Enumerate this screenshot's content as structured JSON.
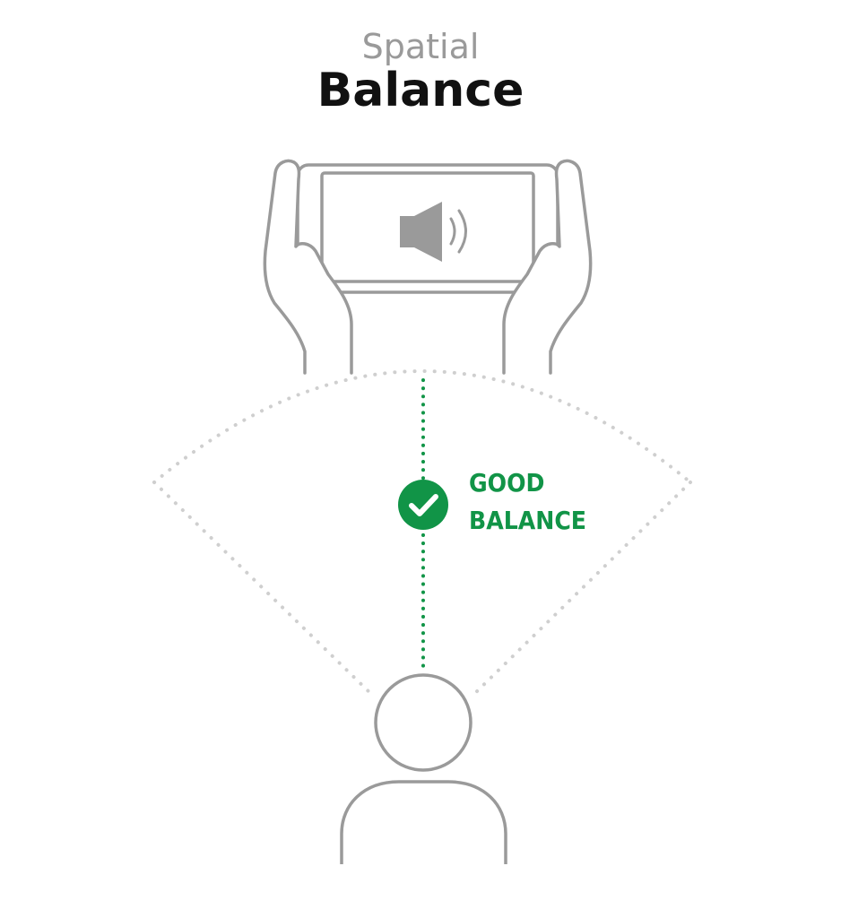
{
  "header": {
    "subtitle": "Spatial",
    "title": "Balance"
  },
  "status": {
    "line1": "GOOD",
    "line2": "BALANCE"
  },
  "colors": {
    "outline": "#9a9a9a",
    "speaker": "#9a9a9a",
    "good": "#119447",
    "field": "#cfcfcf"
  },
  "icons": {
    "speaker": "speaker-icon",
    "check": "check-icon"
  }
}
